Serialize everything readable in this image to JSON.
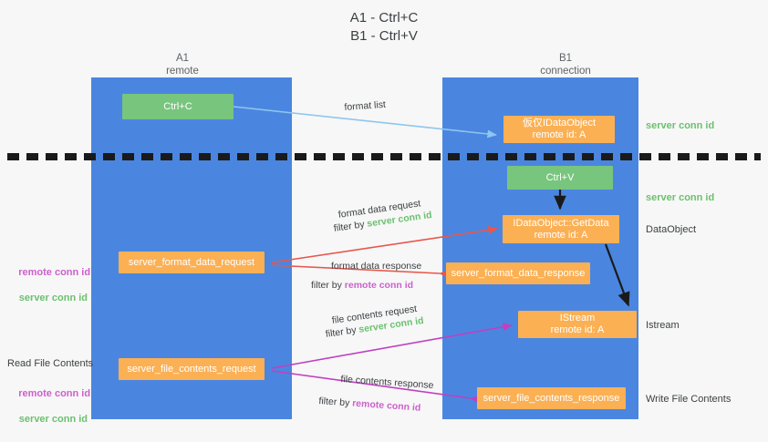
{
  "title": "A1 - Ctrl+C\nB1 - Ctrl+V",
  "colors": {
    "lane": "#4a86e0",
    "green_box": "#78c57e",
    "orange_box": "#fbb054",
    "server_conn_id": "#6cc06f",
    "remote_conn_id": "#cc61cc",
    "arrow_blue": "#8ec6ef",
    "arrow_red": "#e8574c",
    "arrow_magenta": "#c040c0",
    "arrow_black": "#1a1a1a",
    "background": "#f7f7f7"
  },
  "columns": [
    {
      "name": "A1",
      "sub": "remote"
    },
    {
      "name": "B1",
      "sub": "connection"
    }
  ],
  "boxes": {
    "ctrl_c": {
      "label": "Ctrl+C",
      "color": "green"
    },
    "idataobject": {
      "line1": "仮仅IDataObject",
      "line2": "remote id: A",
      "color": "orange"
    },
    "ctrl_v": {
      "label": "Ctrl+V",
      "color": "green"
    },
    "getdata": {
      "line1": "IDataObject::GetData",
      "line2": "remote id: A",
      "color": "orange"
    },
    "server_format_data_request": {
      "label": "server_format_data_request",
      "color": "orange"
    },
    "server_format_data_response": {
      "label": "server_format_data_response",
      "color": "orange"
    },
    "istream": {
      "line1": "IStream",
      "line2": "remote id: A",
      "color": "orange"
    },
    "server_file_contents_request": {
      "label": "server_file_contents_request",
      "color": "orange"
    },
    "server_file_contents_response": {
      "label": "server_file_contents_response",
      "color": "orange"
    }
  },
  "edge_labels": {
    "format_list": "format list",
    "format_data_request": "format data request",
    "format_data_request_filter_prefix": "filter by ",
    "format_data_request_filter_value": "server conn id",
    "format_data_response": "format data response",
    "format_data_response_filter_prefix": "filter by ",
    "format_data_response_filter_value": "remote conn id",
    "file_contents_request": "file contents request",
    "file_contents_request_filter_prefix": "filter by ",
    "file_contents_request_filter_value": "server conn id",
    "file_contents_response": "file contents response",
    "file_contents_response_filter_prefix": "filter by ",
    "file_contents_response_filter_value": "remote conn id"
  },
  "side_labels": {
    "server_conn_id_top": "server conn id",
    "server_conn_id_second": "server conn id",
    "dataobject": "DataObject",
    "istream": "Istream",
    "write_file_contents": "Write File Contents",
    "read_file_contents": "Read File Contents",
    "remote_conn_id": "remote conn id",
    "server_conn_id": "server conn id"
  }
}
